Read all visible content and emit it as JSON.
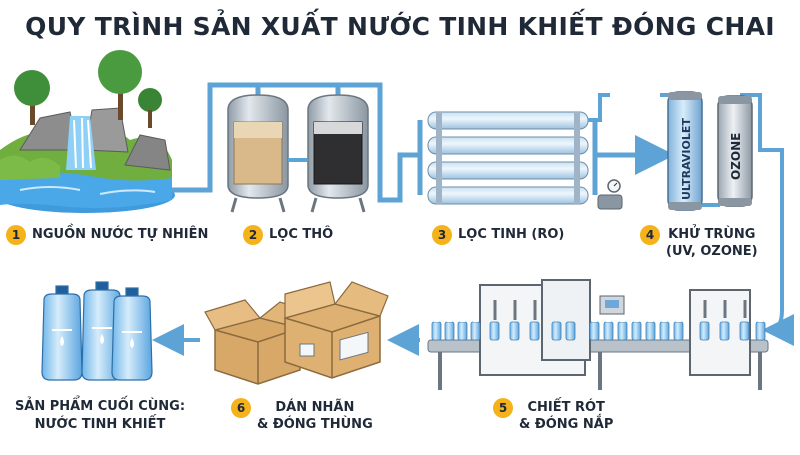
{
  "title": "QUY TRÌNH SẢN XUẤT NƯỚC TINH KHIẾT ĐÓNG CHAI",
  "steps": [
    {
      "number": "1",
      "line1": "NGUỒN NƯỚC TỰ NHIÊN",
      "line2": ""
    },
    {
      "number": "2",
      "line1": "LỌC THÔ",
      "line2": ""
    },
    {
      "number": "3",
      "line1": "LỌC TINH (RO)",
      "line2": ""
    },
    {
      "number": "4",
      "line1": "KHỬ TRÙNG",
      "line2": "(UV, OZONE)"
    },
    {
      "number": "5",
      "line1": "CHIẾT RÓT",
      "line2": "& ĐÓNG NẮP"
    },
    {
      "number": "6",
      "line1": "DÁN NHÃN",
      "line2": "& ĐÓNG THÙNG"
    }
  ],
  "final_product": {
    "line1": "SẢN PHẨM CUỐI CÙNG:",
    "line2": "NƯỚC TINH KHIẾT"
  },
  "disinfection": {
    "uv_label": "ULTRAVIOLET",
    "ozone_label": "OZONE"
  },
  "colors": {
    "accent_badge": "#f5b21b",
    "pipe": "#5ea3d6",
    "water": "#4aa8e8",
    "tank": "#b8c2cc",
    "box": "#d8a868",
    "title": "#1f2937"
  }
}
